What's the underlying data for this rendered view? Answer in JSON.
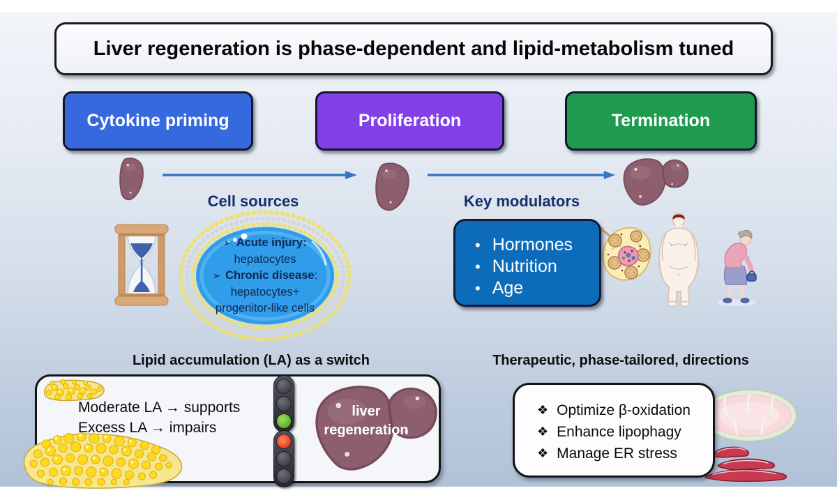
{
  "title": "Liver regeneration is phase-dependent and lipid-metabolism tuned",
  "phases": [
    {
      "label": "Cytokine priming",
      "color": "#3668de"
    },
    {
      "label": "Proliferation",
      "color": "#8440e8"
    },
    {
      "label": "Termination",
      "color": "#1f9b50"
    }
  ],
  "cell_sources": {
    "heading": "Cell sources",
    "acute_title": "Acute injury:",
    "acute_body": "hepatocytes",
    "chronic_title": "Chronic disease",
    "colon": ":",
    "chronic_body1": "hepatocytes+",
    "chronic_body2": "progenitor-like cells"
  },
  "key_modulators": {
    "heading": "Key modulators",
    "items": [
      "Hormones",
      "Nutrition",
      "Age"
    ]
  },
  "lipid_switch": {
    "heading": "Lipid accumulation (LA) as a switch",
    "line1": "Moderate LA → supports",
    "line2": "Excess LA → impairs",
    "liver_label_line1": "liver",
    "liver_label_line2": "regeneration"
  },
  "therapeutic": {
    "heading": "Therapeutic, phase-tailored, directions",
    "items": [
      "Optimize β-oxidation",
      "Enhance lipophagy",
      "Manage ER stress"
    ]
  },
  "glyphs": {
    "pointer": "➢",
    "bullet": "•",
    "diamond": "❖"
  },
  "colors": {
    "phase_blue": "#3668de",
    "phase_purple": "#8440e8",
    "phase_green": "#1f9b50",
    "modulator_box_blue": "#0d6cb9",
    "cell_fill_blue": "#2f9de9",
    "heading_navy": "#15306d",
    "arrow_blue": "#3a74c4",
    "traffic_green": "#66b832",
    "traffic_red": "#e8432f",
    "liver_maroon": "#8d5e6d",
    "lipid_yellow": "#ffd91c"
  },
  "icons": {
    "liver": "liver-icon",
    "half_liver": "regenerating-liver-icon",
    "hourglass": "hourglass-icon",
    "cell": "cell-lipid-bilayer-icon",
    "islet": "hormone-tissue-icon",
    "obese_person": "obese-person-icon",
    "elderly_person": "elderly-person-icon",
    "arrow": "right-arrow-icon",
    "traffic_light": "traffic-light-icon",
    "lipid_droplets": "lipid-droplets-icon",
    "mitochondrion": "mitochondrion-icon",
    "er": "endoplasmic-reticulum-icon"
  }
}
